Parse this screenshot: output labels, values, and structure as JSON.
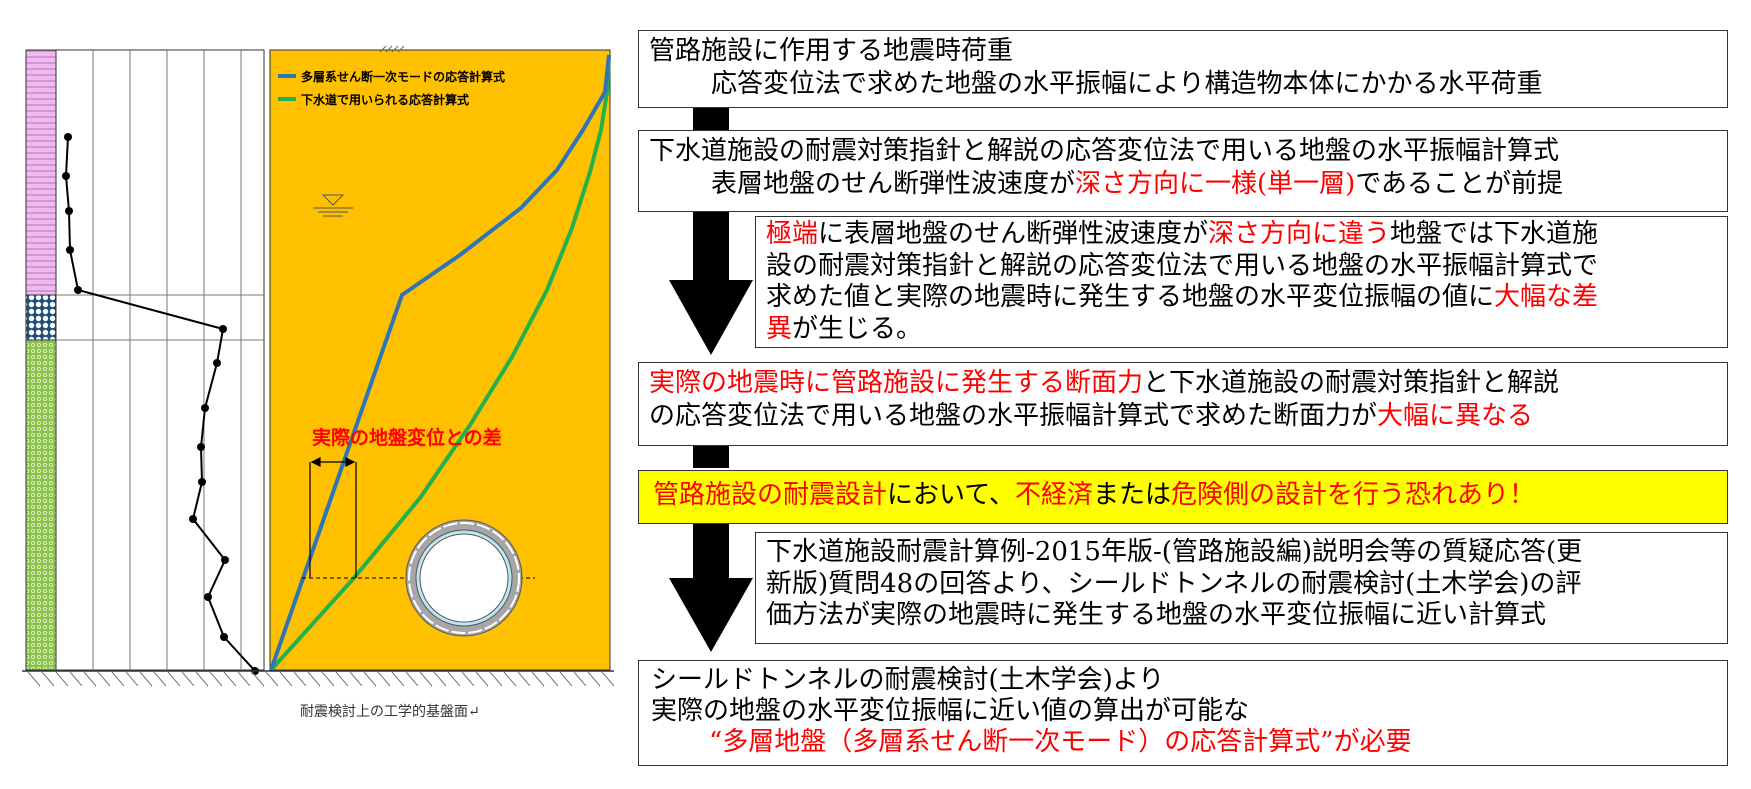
{
  "figure": {
    "legend_blue": "多層系せん断一次モードの応答計算式",
    "legend_green": "下水道で用いられる応答計算式",
    "diff_label": "実際の地盤変位との差",
    "base_label": "耐震検討上の工学的基盤面↵",
    "colors": {
      "background": "#ffc000",
      "blue_line": "#2e75b6",
      "green_line": "#22b14c",
      "diff_text": "#ff0000",
      "layer_top": "#f2b8f2",
      "layer_mid": "#1f4e79",
      "layer_bottom": "#8bc34a"
    }
  },
  "flow": {
    "box1": {
      "line1": "管路施設に作用する地震時荷重",
      "line2": "応答変位法で求めた地盤の水平振幅により構造物本体にかかる水平荷重"
    },
    "box2": {
      "line1": "下水道施設の耐震対策指針と解説の応答変位法で用いる地盤の水平振幅計算式",
      "line2_a": "表層地盤のせん断弾性波速度が",
      "line2_b": "深さ方向に一様(単一層)",
      "line2_c": "であることが前提"
    },
    "box3": {
      "line1_a": "極端",
      "line1_b": "に表層地盤のせん断弾性波速度が",
      "line1_c": "深さ方向に違う",
      "line1_d": "地盤では下水道施",
      "line2": "設の耐震対策指針と解説の応答変位法で用いる地盤の水平振幅計算式で",
      "line3_a": "求めた値と実際の地震時に発生する地盤の水平変位振幅の値に",
      "line3_b": "大幅な差",
      "line4_a": "異",
      "line4_b": "が生じる。"
    },
    "box4": {
      "line1_a": "実際の地震時に管路施設に発生する断面力",
      "line1_b": "と下水道施設の耐震対策指針と解説",
      "line2_a": "の応答変位法で用いる地盤の水平振幅計算式で求めた断面力が",
      "line2_b": "大幅に異なる"
    },
    "box5": {
      "part_a": "管路施設の耐震設計",
      "part_b": "において、",
      "part_c": "不経済",
      "part_d": "または",
      "part_e": "危険側の設計を行う恐れあり！",
      "bg": "#ffff00"
    },
    "box6": {
      "line1": "下水道施設耐震計算例-2015年版-(管路施設編)説明会等の質疑応答(更",
      "line2": "新版)質問48の回答より、シールドトンネルの耐震検討(土木学会)の評",
      "line3": "価方法が実際の地震時に発生する地盤の水平変位振幅に近い計算式"
    },
    "box7": {
      "line1": "シールドトンネルの耐震検討(土木学会)より",
      "line2": "実際の地盤の水平変位振幅に近い値の算出が可能な",
      "line3": "“多層地盤（多層系せん断一次モード）の応答計算式”が必要"
    }
  }
}
